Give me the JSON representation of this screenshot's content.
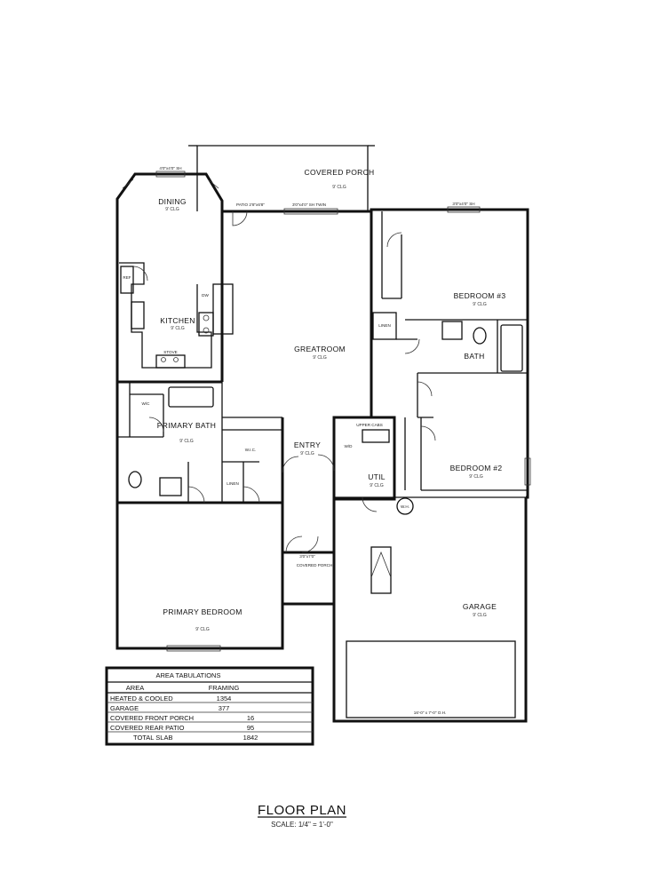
{
  "rooms": {
    "dining": {
      "name": "DINING",
      "ceiling": "9' CLG"
    },
    "covered_porch": {
      "name": "COVERED PORCH",
      "ceiling": "9' CLG"
    },
    "kitchen": {
      "name": "KITCHEN",
      "ceiling": "9' CLG"
    },
    "greatroom": {
      "name": "GREATROOM",
      "ceiling": "9' CLG"
    },
    "bedroom3": {
      "name": "BEDROOM #3",
      "ceiling": "9' CLG"
    },
    "bath": {
      "name": "BATH"
    },
    "linen": {
      "name": "LINEN"
    },
    "wic1": {
      "name": "W/C"
    },
    "primary_bath": {
      "name": "PRIMARY BATH",
      "ceiling": "9' CLG"
    },
    "wic2": {
      "name": "W.I.C."
    },
    "linen2": {
      "name": "LINEN"
    },
    "entry": {
      "name": "ENTRY",
      "ceiling": "9' CLG"
    },
    "util": {
      "name": "UTIL",
      "ceiling": "9' CLG"
    },
    "bedroom2": {
      "name": "BEDROOM #2",
      "ceiling": "9' CLG"
    },
    "covered_porch_front": {
      "name": "COVERED PORCH"
    },
    "garage": {
      "name": "GARAGE",
      "ceiling": "9' CLG"
    },
    "primary_bedroom": {
      "name": "PRIMARY BEDROOM",
      "ceiling": "9' CLG"
    }
  },
  "notes": {
    "dining_window": "4'0\"x4'0\" SH",
    "patio_door": "PATIO 2'8\"x6'8\"",
    "greatroom_window": "3'0\"x4'0\" SH TWIN",
    "bed3_window": "3'0\"x4'0\" SH",
    "ref": "REF",
    "dw": "DW",
    "stove": "STOVE",
    "upper_cabs": "UPPER CABS",
    "wd": "W/D",
    "front_door": "3'0\"x7'0\"",
    "garage_door": "16'-0\" x 7'-0\" O.H.",
    "wh": "W.H."
  },
  "area_table": {
    "title": "AREA TABULATIONS",
    "col_area": "AREA",
    "col_framing": "FRAMING",
    "rows": [
      {
        "label": "HEATED & COOLED",
        "value": "1354"
      },
      {
        "label": "GARAGE",
        "value": "377"
      },
      {
        "label": "COVERED FRONT PORCH",
        "value": "16"
      },
      {
        "label": "COVERED REAR PATIO",
        "value": "95"
      },
      {
        "label": "TOTAL SLAB",
        "value": "1842"
      }
    ]
  },
  "footer": {
    "title": "FLOOR PLAN",
    "scale": "SCALE: 1/4\" = 1'-0\""
  }
}
